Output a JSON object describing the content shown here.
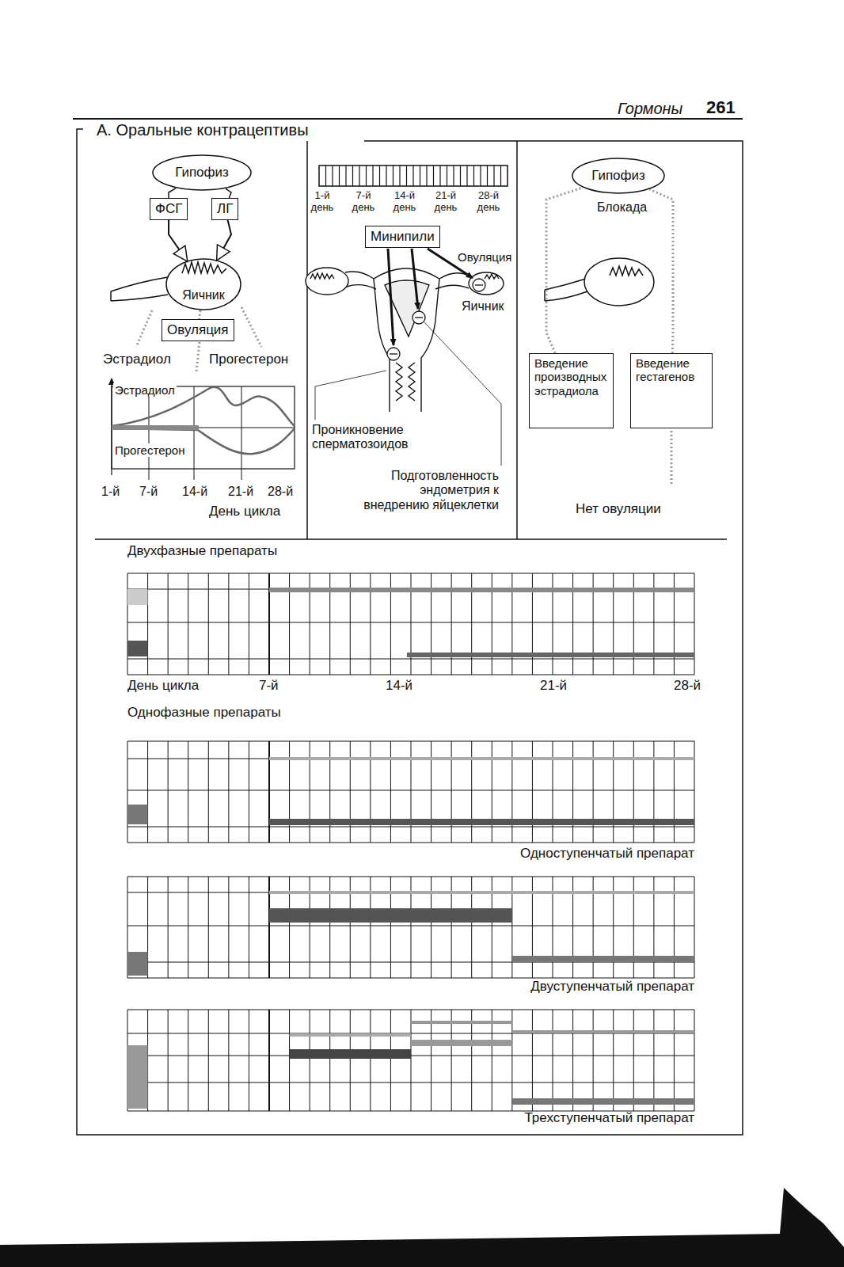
{
  "diagram": {
    "title": "А. Оральные контрацептивы",
    "nodes": [
      {
        "text": [
          "Гипофиз"
        ]
      },
      {
        "text": [
          "ФСГ"
        ]
      },
      {
        "text": [
          "ЛГ"
        ]
      },
      {
        "text": [
          "Яичник"
        ]
      },
      {
        "text": [
          "Овуляция"
        ]
      },
      {
        "text": [
          "Минипили"
        ]
      },
      {
        "text": [
          "Гипофиз"
        ]
      },
      {
        "text": [
          "Введение производных эстрадиола"
        ]
      },
      {
        "text": [
          "Введение гестагенов"
        ]
      }
    ],
    "edges": [
      {
        "from": 0,
        "to": 1,
        "arrow": "none"
      },
      {
        "from": 0,
        "to": 2,
        "arrow": "none"
      },
      {
        "from": 1,
        "to": 3,
        "arrow": "to"
      },
      {
        "from": 2,
        "to": 3,
        "arrow": "to"
      },
      {
        "from": 3,
        "to": 4,
        "arrow": "none"
      },
      {
        "from": 7,
        "to": 6,
        "arrow": "none"
      },
      {
        "from": 8,
        "to": 6,
        "arrow": "none"
      }
    ],
    "labels": [
      "Гормоны",
      "261",
      "Эстрадиол",
      "Прогестерон",
      "Эстрадиол",
      "Прогестерон",
      "1-й",
      "7-й",
      "14-й",
      "21-й",
      "28-й",
      "День цикла",
      "1-й день",
      "7-й день",
      "14-й день",
      "21-й день",
      "28-й день",
      "Овуляция",
      "Яичник",
      "Проникновение сперматозоидов",
      "Подготовленность эндометрия к внедрению яйцеклетки",
      "Блокада",
      "Нет овуляции",
      "Двухфазные препараты",
      "День цикла",
      "7-й",
      "14-й",
      "21-й",
      "28-й",
      "Однофазные препараты",
      "Одноступенчатый препарат",
      "Двуступенчатый препарат",
      "Трехступенчатый препарат"
    ]
  }
}
